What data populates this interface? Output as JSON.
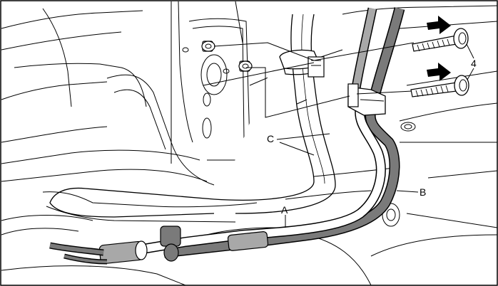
{
  "diagram": {
    "labels": {
      "A": "A",
      "B": "B",
      "C": "C",
      "bolt_number": "4"
    },
    "colors": {
      "line": "#000000",
      "background": "#ffffff",
      "hose_dark": "#7a7a7a",
      "hose_mid": "#a8a8a8",
      "arrow": "#000000"
    },
    "icons": [
      "arrow-right-icon",
      "arrow-right-icon"
    ]
  }
}
